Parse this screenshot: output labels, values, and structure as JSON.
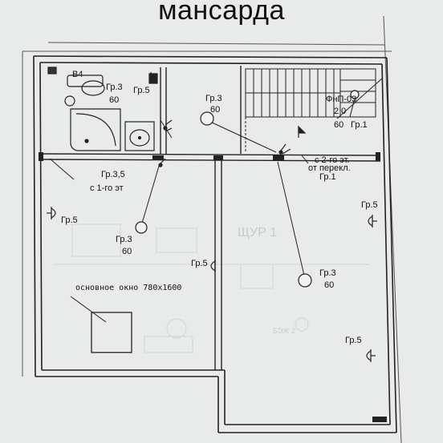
{
  "title": "мансарда",
  "labels": {
    "b4": "В4",
    "wc_gr3": "Гр.3",
    "wc_gr3_60": "60",
    "wc_gr5": "Гр.5",
    "stair_gr3": "Гр.3",
    "stair_gr3_60": "60",
    "fnp": "ФнП-03",
    "fnp_20": "2 0",
    "fnp_60": "60",
    "fnp_gr1": "Гр.1",
    "gr35": "Гр.3,5",
    "from_1st": "с 1-го эт",
    "from_2nd": "с 2-го эт.",
    "from_switch": "от перекл.",
    "gr1": "Гр.1",
    "left_gr5": "Гр.5",
    "left_gr3": "Гр.3",
    "left_gr3_60": "60",
    "mid_gr5": "Гр.5",
    "right_gr3": "Гр.3",
    "right_gr3_60": "60",
    "right_gr5_top": "Гр.5",
    "right_gr5_bot": "Гр.5",
    "window": "основное окно 780х1600"
  },
  "ghost": {
    "shchur": "ЩУР 1",
    "bzh": "БЭЖ 2"
  }
}
